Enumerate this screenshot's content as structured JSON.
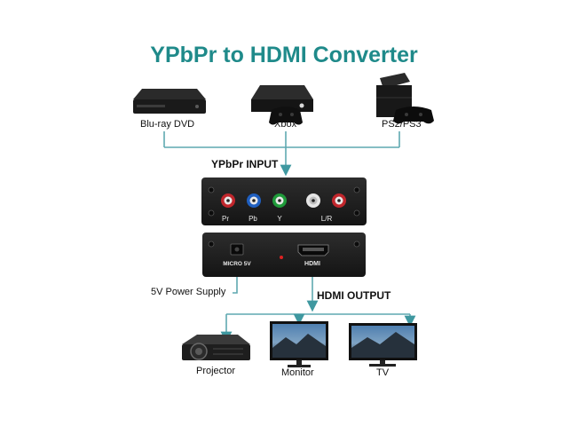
{
  "title": "YPbPr to HDMI Converter",
  "sources": [
    {
      "label": "Blu-ray DVD"
    },
    {
      "label": "Xbox"
    },
    {
      "label": "PS2/PS3"
    }
  ],
  "input_label": "YPbPr INPUT",
  "front_panel": {
    "ports": [
      "Pr",
      "Pb",
      "Y",
      "L/R"
    ]
  },
  "back_panel": {
    "power_port": "MICRO 5V",
    "hdmi_port": "HDMI"
  },
  "power_label": "5V Power Supply",
  "output_label": "HDMI OUTPUT",
  "outputs": [
    {
      "label": "Projector"
    },
    {
      "label": "Monitor"
    },
    {
      "label": "TV"
    }
  ],
  "colors": {
    "accent": "#1f8a8a",
    "connector_line": "#5fa8b0",
    "device_body": "#1c1c1c",
    "port_red": "#c0262c",
    "port_blue": "#1f5fc0",
    "port_green": "#1f9a3a",
    "port_white": "#e6e6e6"
  }
}
